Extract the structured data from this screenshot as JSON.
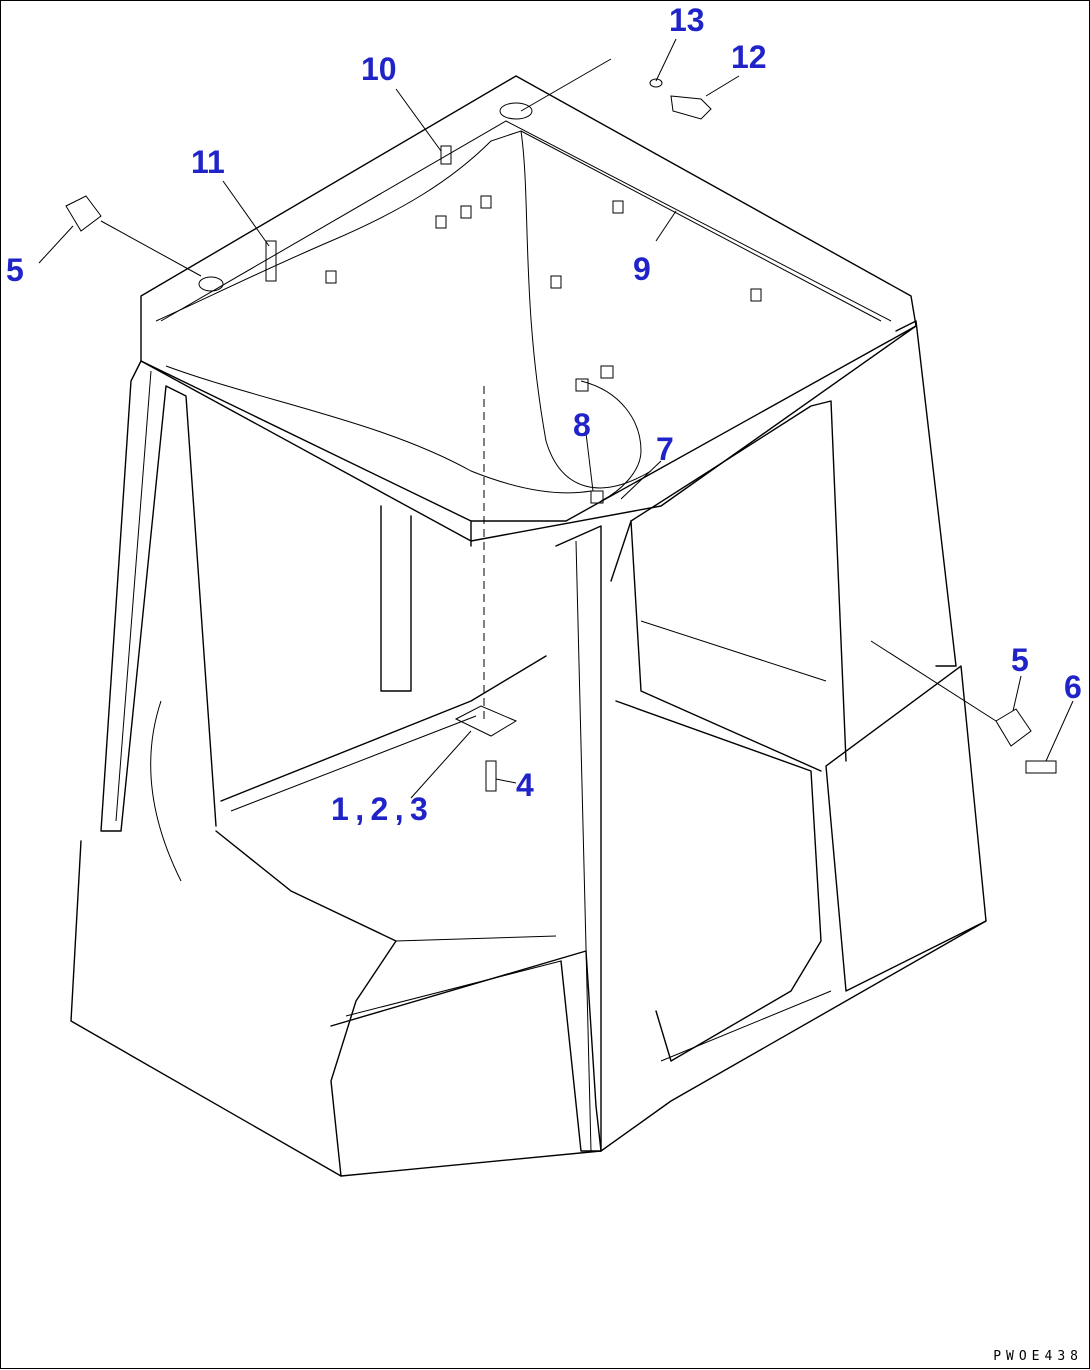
{
  "callouts": {
    "c13": "13",
    "c12": "12",
    "c10": "10",
    "c11": "11",
    "c5_left": "5",
    "c9": "9",
    "c8": "8",
    "c7": "7",
    "c5_right": "5",
    "c6": "6",
    "c4": "4",
    "c123": "1 , 2 , 3"
  },
  "drawing_code": "PWOE438",
  "colors": {
    "callout": "#1f23c8",
    "line": "#000000"
  }
}
